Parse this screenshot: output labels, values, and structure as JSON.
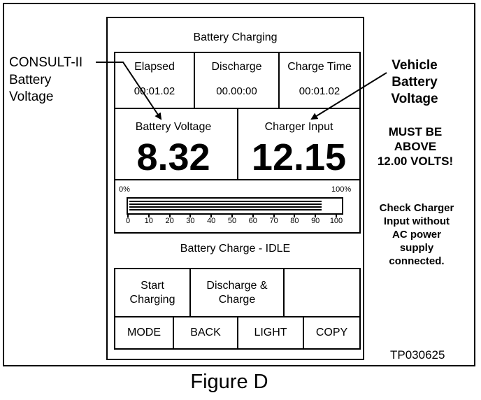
{
  "screen": {
    "title": "Battery Charging",
    "timers": [
      {
        "label": "Elapsed",
        "value": "00:01.02"
      },
      {
        "label": "Discharge",
        "value": "00.00:00"
      },
      {
        "label": "Charge Time",
        "value": "00:01.02"
      }
    ],
    "readings": [
      {
        "label": "Battery Voltage",
        "value": "8.32"
      },
      {
        "label": "Charger Input",
        "value": "12.15"
      }
    ],
    "progress": {
      "min_label": "0%",
      "max_label": "100%",
      "ticks": [
        "0",
        "10",
        "20",
        "30",
        "40",
        "50",
        "60",
        "70",
        "80",
        "90",
        "100"
      ],
      "fill_percent": 91
    },
    "status": "Battery Charge - IDLE",
    "buttons_row1": [
      "Start Charging",
      "Discharge & Charge",
      ""
    ],
    "buttons_row2": [
      "MODE",
      "BACK",
      "LIGHT",
      "COPY"
    ]
  },
  "callouts": {
    "left": [
      "CONSULT-II",
      "Battery",
      "Voltage"
    ],
    "right": [
      "Vehicle",
      "Battery",
      "Voltage"
    ],
    "warning": [
      "MUST BE",
      "ABOVE",
      "12.00 VOLTS!"
    ],
    "check": [
      "Check Charger",
      "Input without",
      "AC power",
      "supply",
      "connected."
    ]
  },
  "figure_code": "TP030625",
  "caption": "Figure D"
}
